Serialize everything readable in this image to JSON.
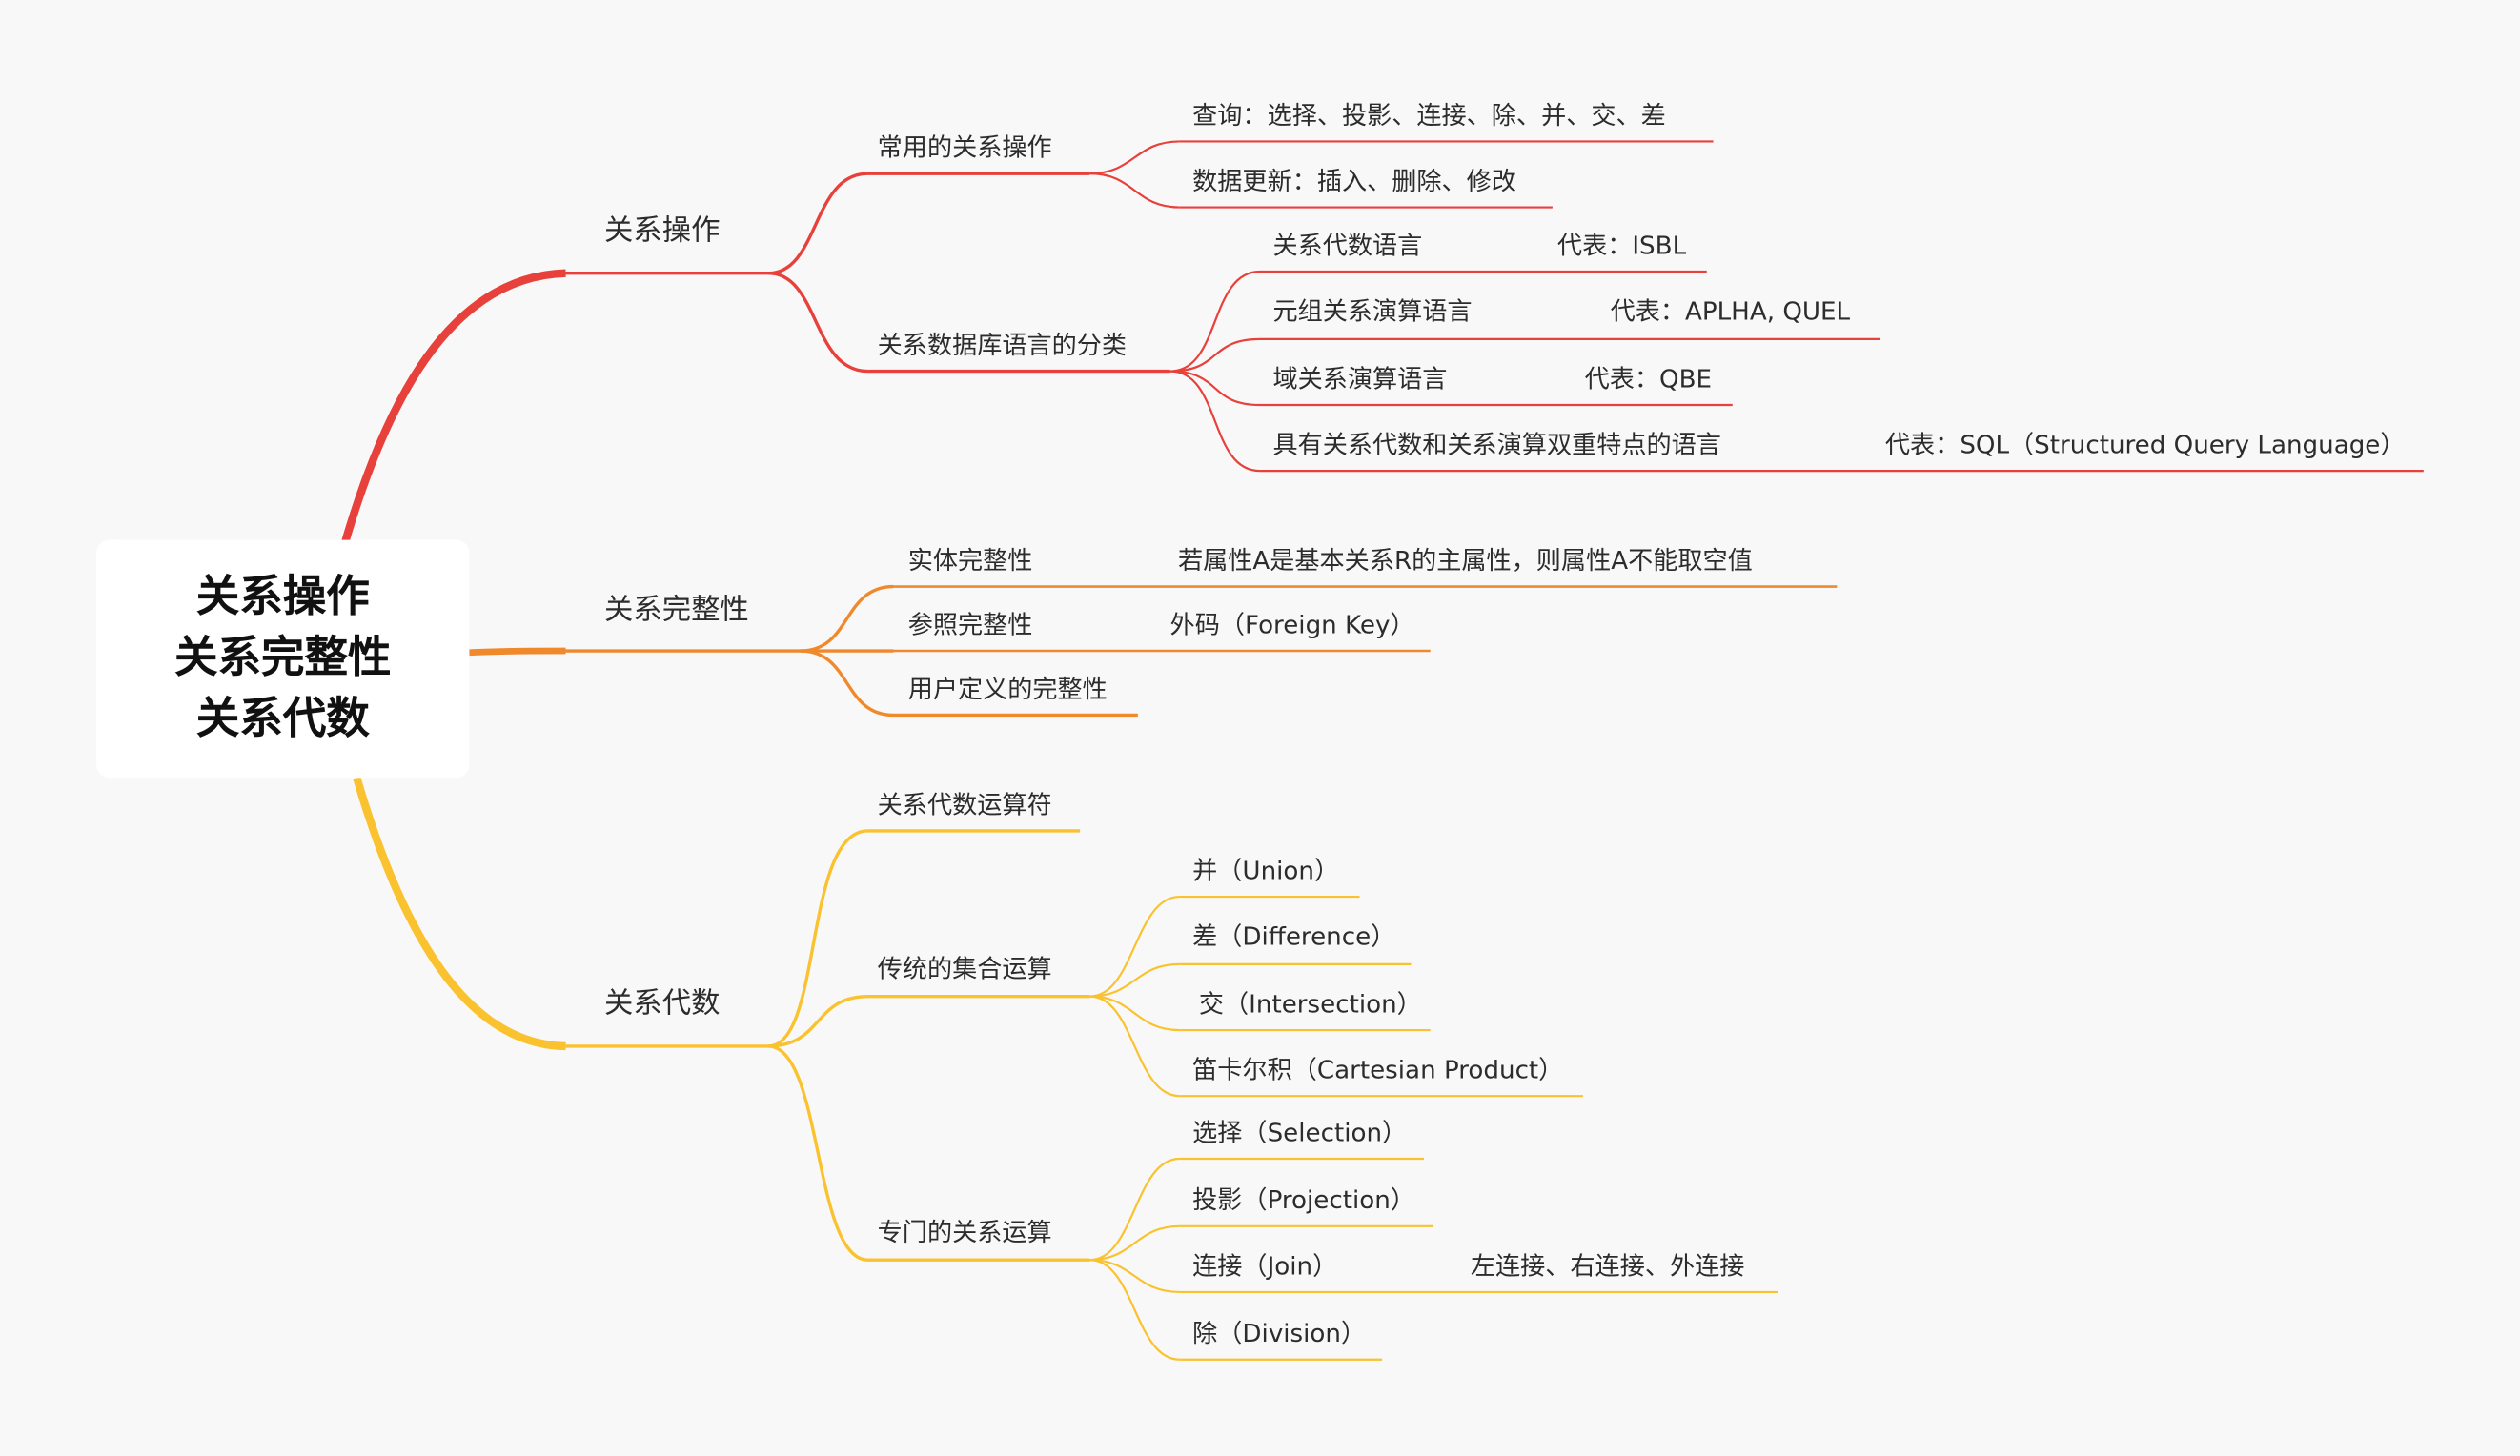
{
  "root": {
    "lines": [
      "关系操作",
      "关系完整性",
      "关系代数"
    ]
  },
  "colors": {
    "ops": "#e8403a",
    "integrity": "#f0882c",
    "algebra": "#f9c22e",
    "text": "#2c2c2c",
    "background": "#f8f8f9"
  },
  "ops": {
    "label": "关系操作",
    "common": {
      "label": "常用的关系操作",
      "query": "查询：选择、投影、连接、除、并、交、差",
      "update": "数据更新：插入、删除、修改"
    },
    "classes": {
      "label": "关系数据库语言的分类",
      "items": [
        {
          "label": "关系代数语言",
          "rep": "代表：ISBL"
        },
        {
          "label": "元组关系演算语言",
          "rep": "代表：APLHA, QUEL"
        },
        {
          "label": "域关系演算语言",
          "rep": "代表：QBE"
        },
        {
          "label": "具有关系代数和关系演算双重特点的语言",
          "rep": "代表：SQL（Structured Query Language）"
        }
      ]
    }
  },
  "integrity": {
    "label": "关系完整性",
    "entity": {
      "label": "实体完整性",
      "desc": "若属性A是基本关系R的主属性，则属性A不能取空值"
    },
    "referential": {
      "label": "参照完整性",
      "desc": "外码（Foreign Key）"
    },
    "user": {
      "label": "用户定义的完整性"
    }
  },
  "algebra": {
    "label": "关系代数",
    "operators": {
      "label": "关系代数运算符"
    },
    "set_ops": {
      "label": "传统的集合运算",
      "items": [
        "并（Union）",
        "差（Difference）",
        "交（Intersection）",
        "笛卡尔积（Cartesian Product）"
      ]
    },
    "rel_ops": {
      "label": "专门的关系运算",
      "items": [
        "选择（Selection）",
        "投影（Projection）",
        "连接（Join）",
        "除（Division）"
      ],
      "join_detail": "左连接、右连接、外连接"
    }
  }
}
